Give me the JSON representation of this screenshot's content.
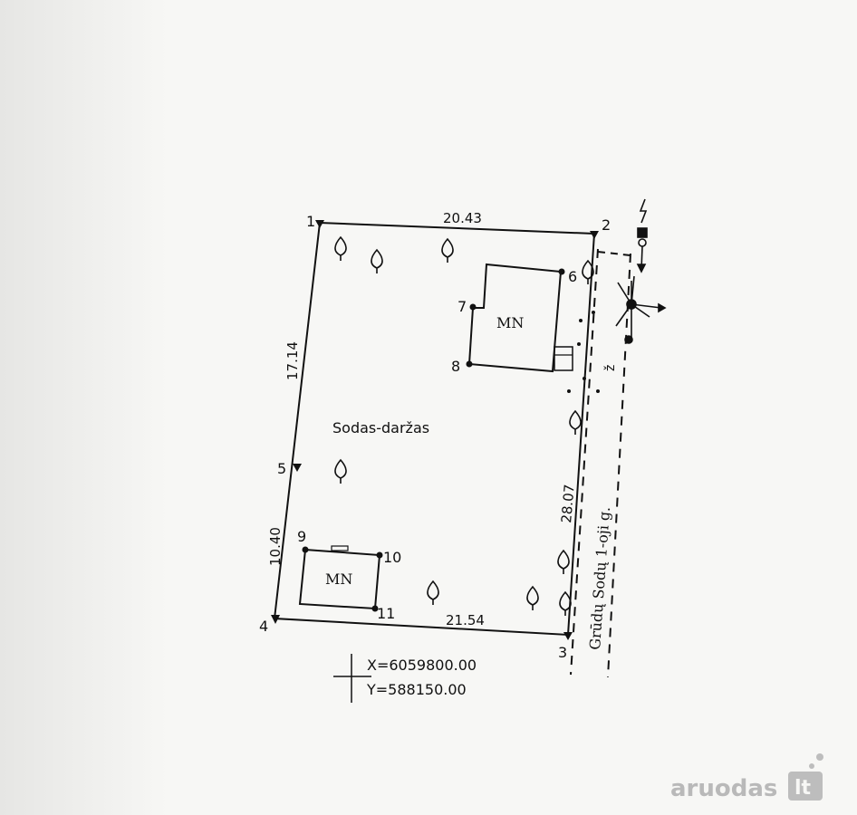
{
  "plan": {
    "land_use": "Sodas-daržas",
    "building_label": "MN",
    "street": "Grūdų Sodų 1-oji g.",
    "coordinates": {
      "x": "X=6059800.00",
      "y": "Y=588150.00"
    },
    "dimensions": {
      "top": "20.43",
      "left_upper": "17.14",
      "left_lower": "10.40",
      "bottom": "21.54",
      "right": "28.07"
    },
    "points": [
      "1",
      "2",
      "3",
      "4",
      "5",
      "6",
      "7",
      "8",
      "9",
      "10",
      "11"
    ],
    "road_marker": "ž",
    "power_symbol": "lightning-icon"
  },
  "watermark": {
    "text": "aruodas",
    "suffix": "lt"
  }
}
